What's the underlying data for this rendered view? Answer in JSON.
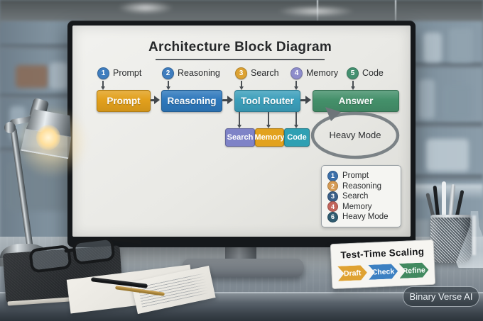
{
  "diagram": {
    "title": "Architecture Block Diagram",
    "step_badges": [
      {
        "num": "1",
        "label": "Prompt",
        "color": "#3F7DBE"
      },
      {
        "num": "2",
        "label": "Reasoning",
        "color": "#3F7DBE"
      },
      {
        "num": "3",
        "label": "Search",
        "color": "#DCA233"
      },
      {
        "num": "4",
        "label": "Memory",
        "color": "#8E8DCB"
      },
      {
        "num": "5",
        "label": "Code",
        "color": "#449070"
      }
    ],
    "flow_blocks": [
      {
        "label": "Prompt",
        "color": "#E2A01C"
      },
      {
        "label": "Reasoning",
        "color": "#2E78BC"
      },
      {
        "label": "Tool Router",
        "color": "#3C9FBB"
      },
      {
        "label": "Answer",
        "color": "#44906A"
      }
    ],
    "tool_blocks": [
      {
        "label": "Search",
        "color": "#7F83C7"
      },
      {
        "label": "Memory",
        "color": "#E2A21E"
      },
      {
        "label": "Code",
        "color": "#2FA0B3"
      }
    ],
    "loop_label": "Heavy Mode",
    "legend": [
      {
        "num": "1",
        "label": "Prompt",
        "color": "#3B6FA9"
      },
      {
        "num": "2",
        "label": "Reasoning",
        "color": "#D69B54"
      },
      {
        "num": "3",
        "label": "Search",
        "color": "#3A5F88"
      },
      {
        "num": "4",
        "label": "Memory",
        "color": "#C2645C"
      },
      {
        "num": "6",
        "label": "Heavy Mode",
        "color": "#2F5B70"
      }
    ],
    "accent": {
      "arrow": "#43484d",
      "loop_stroke": "#7B8286"
    }
  },
  "desk_card": {
    "title": "Test-Time Scaling",
    "steps": [
      {
        "label": "Draft",
        "color": "#DFA232"
      },
      {
        "label": "Check",
        "color": "#3C80C2"
      },
      {
        "label": "Refine",
        "color": "#41895F"
      }
    ]
  },
  "brand": {
    "label": "Binary Verse AI"
  }
}
